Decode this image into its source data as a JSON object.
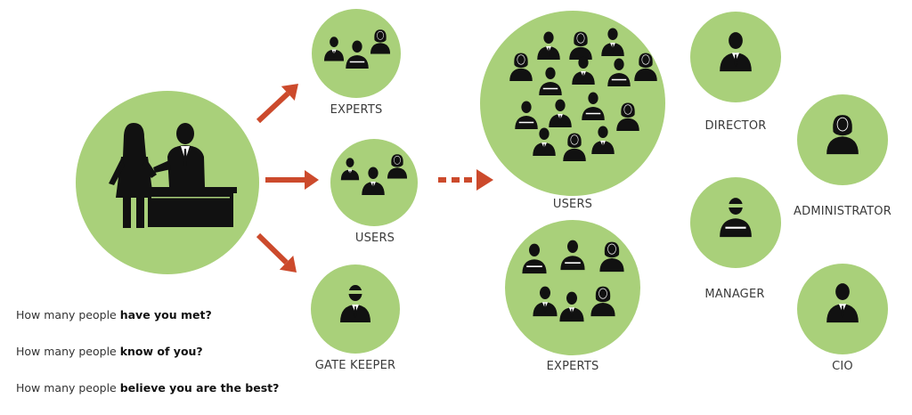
{
  "colors": {
    "circle": "#a9d07a",
    "arrow": "#cc4a2c",
    "figure": "#111111"
  },
  "labels": {
    "experts_small": "EXPERTS",
    "users_small": "USERS",
    "gatekeeper": "GATE KEEPER",
    "users_big": "USERS",
    "experts_big": "EXPERTS",
    "director": "DIRECTOR",
    "administrator": "ADMINISTRATOR",
    "manager": "MANAGER",
    "cio": "CIO"
  },
  "questions": [
    {
      "prefix": "How many people ",
      "bold": "have you met?"
    },
    {
      "prefix": "How many people ",
      "bold": "know of you?"
    },
    {
      "prefix": "How many people ",
      "bold": "believe you are the best?"
    }
  ],
  "icons": {
    "meeting": "meeting-at-desk-icon",
    "person": "person-icon",
    "crowd": "crowd-icon",
    "arrow": "arrow-icon",
    "dashed_arrow": "dashed-arrow-icon"
  }
}
